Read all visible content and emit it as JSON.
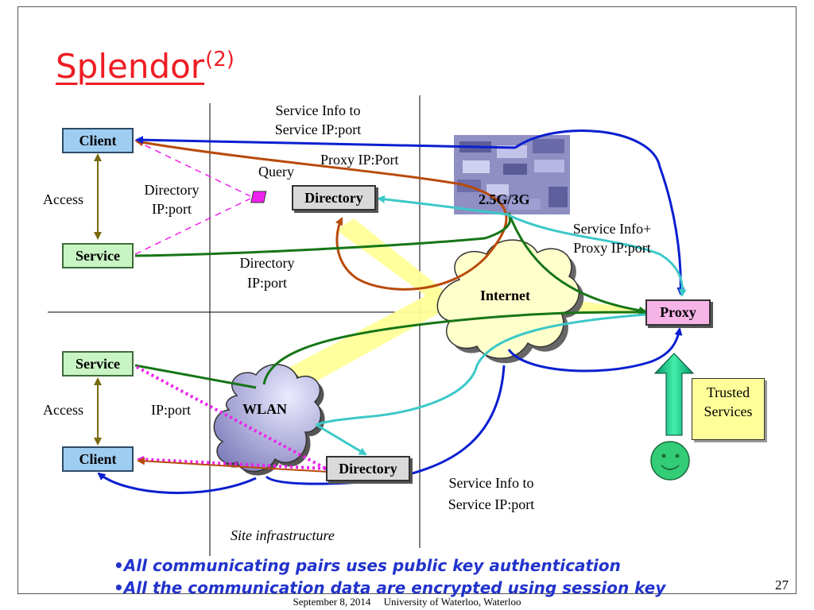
{
  "slide": {
    "title": "Splendor",
    "title_superscript": "(2)",
    "page_number": "27",
    "footer": "September 8, 2014     University of Waterloo, Waterloo"
  },
  "nodes": {
    "client_top": "Client",
    "service_top": "Service",
    "directory_top": "Directory",
    "network_25g": "2.5G/3G",
    "internet": "Internet",
    "proxy": "Proxy",
    "service_bottom": "Service",
    "client_bottom": "Client",
    "wlan": "WLAN",
    "directory_bottom": "Directory",
    "trusted_services": "Trusted Services"
  },
  "labels": {
    "service_info_to_1": "Service Info to",
    "service_ip_port_1": "Service IP:port",
    "proxy_ip_port": "Proxy IP:Port",
    "query": "Query",
    "directory_ip_port_1a": "Directory",
    "directory_ip_port_1b": "IP:port",
    "access_top": "Access",
    "service_info_plus": "Service Info+",
    "proxy_ip_port_2": "Proxy IP:port",
    "directory_ip_port_2a": "Directory",
    "directory_ip_port_2b": "IP:port",
    "access_bottom": "Access",
    "ip_port": "IP:port",
    "service_info_to_2": "Service Info to",
    "service_ip_port_2": "Service IP:port",
    "site_infrastructure": "Site infrastructure"
  },
  "bullets": [
    "All communicating pairs uses public key authentication",
    "All the communication data are encrypted using session key"
  ],
  "colors": {
    "title": "#ee1d23",
    "bullets": "#2233cc",
    "blue_link": "#0b1fd0",
    "green_link": "#167516",
    "cyan_link": "#3cc8c8",
    "brown_link": "#b84a0a",
    "magenta_link": "#ee22ee",
    "yellow_band": "#ffff99"
  }
}
